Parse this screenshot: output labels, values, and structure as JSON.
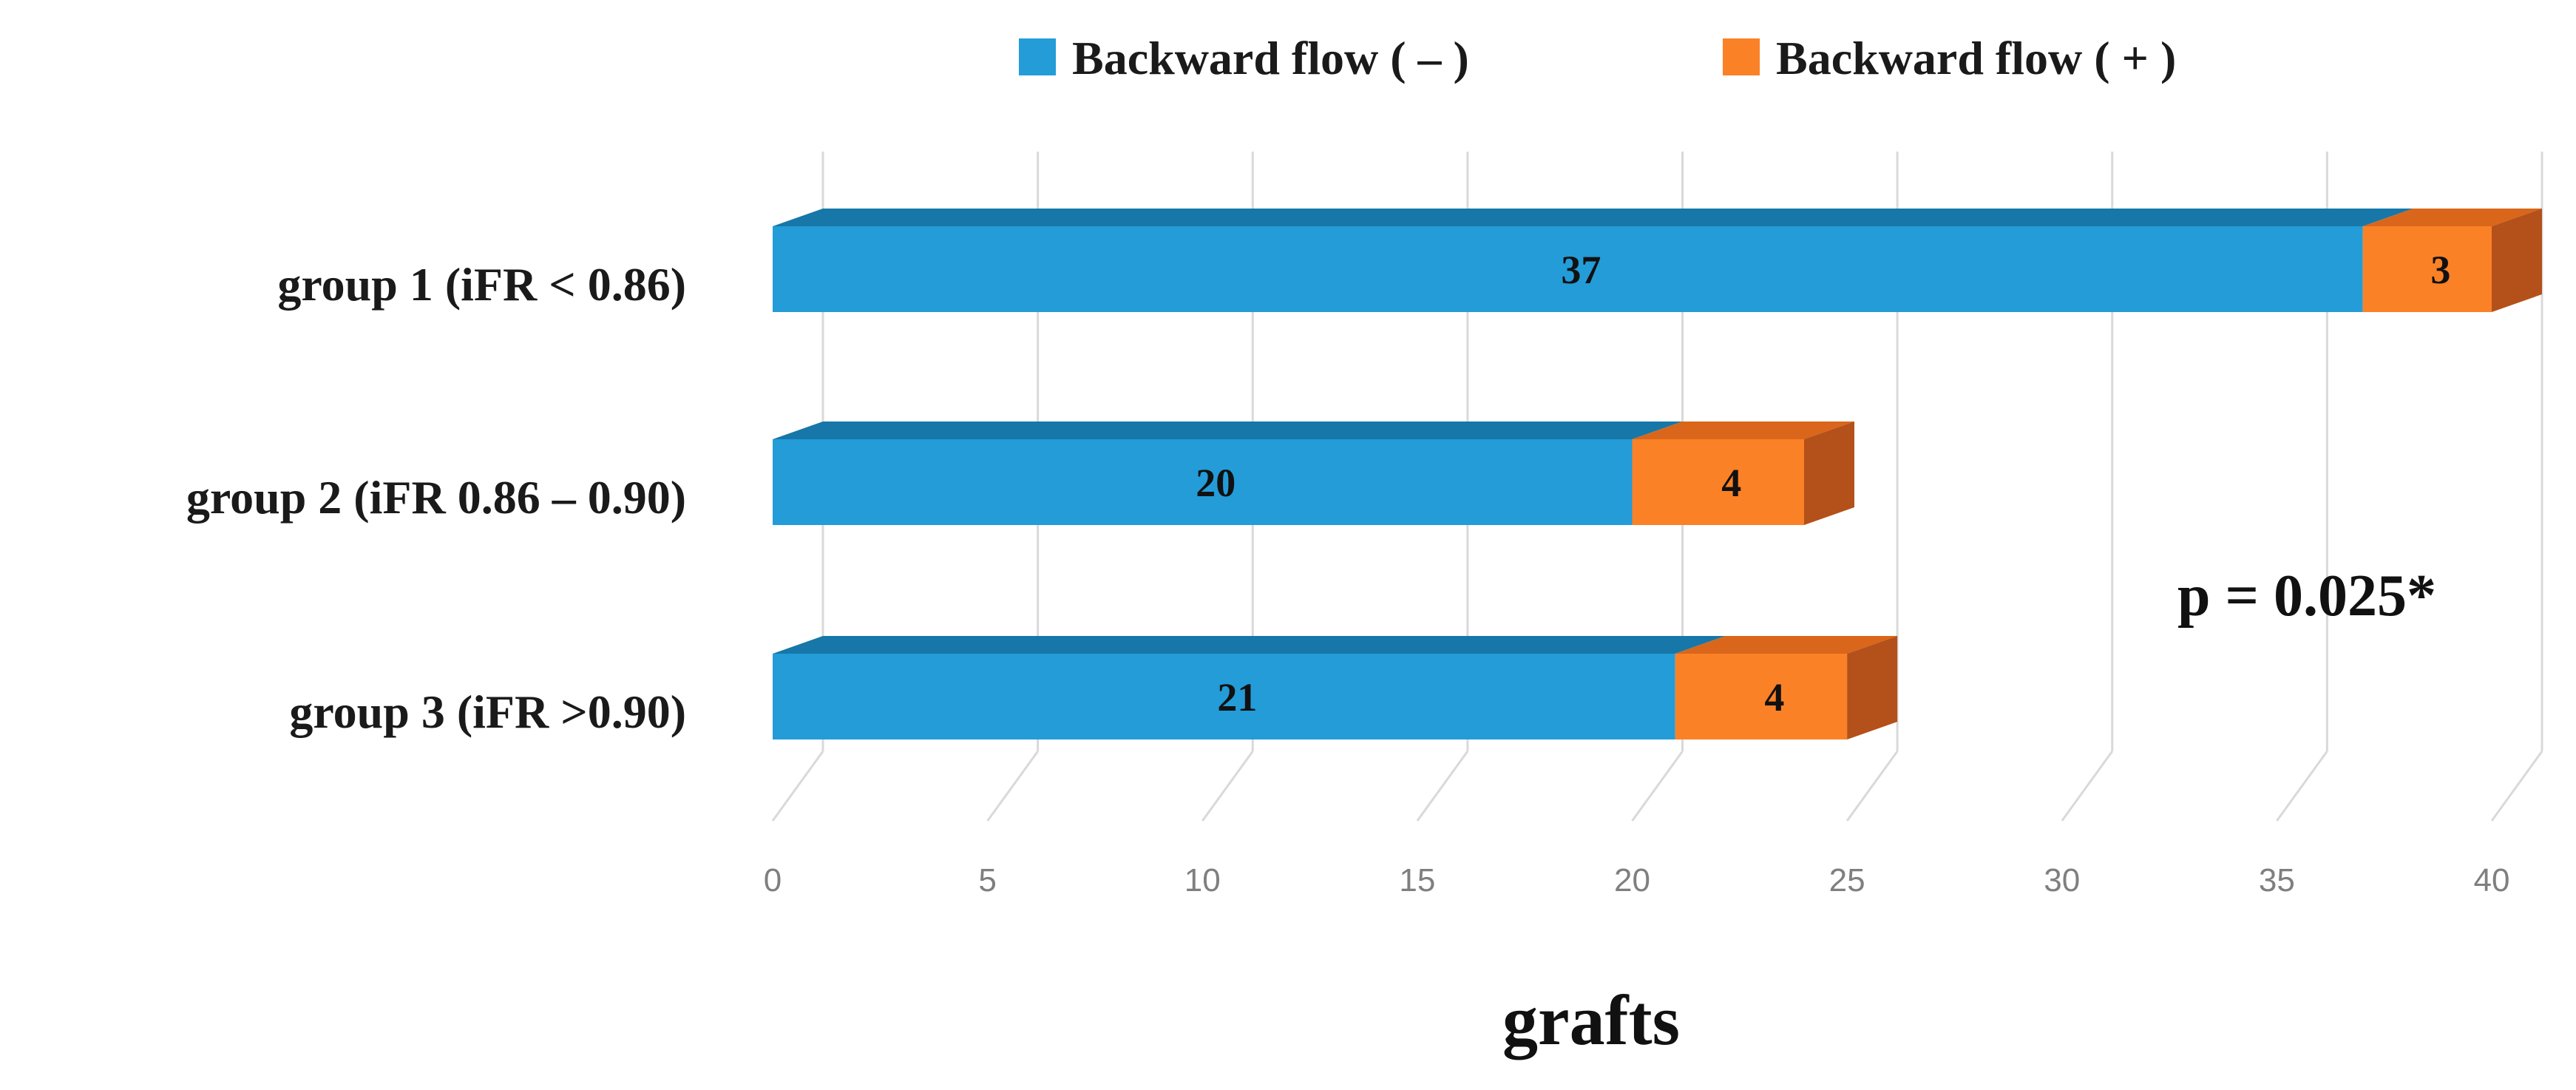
{
  "chart_data": {
    "type": "bar",
    "orientation": "horizontal",
    "stacked": true,
    "style_3d": true,
    "categories": [
      "group 1 (iFR < 0.86)",
      "group 2 (iFR 0.86 – 0.90)",
      "group 3 (iFR >0.90)"
    ],
    "series": [
      {
        "name": "Backward flow ( – )",
        "values": [
          37,
          20,
          21
        ],
        "color": "#239cd8",
        "top_color": "#1677a8",
        "side_color": "#15699a"
      },
      {
        "name": "Backward flow ( + )",
        "values": [
          3,
          4,
          4
        ],
        "color": "#fb8127",
        "top_color": "#d9661a",
        "side_color": "#b4501a"
      }
    ],
    "xlabel": "grafts",
    "ylabel": "",
    "xlim": [
      0,
      40
    ],
    "ticks": [
      0,
      5,
      10,
      15,
      20,
      25,
      30,
      35,
      40
    ],
    "grid": true,
    "legend_position": "top-right",
    "annotation": "p = 0.025*",
    "gridline_color": "#d9d9d9",
    "tick_color": "#7f7f7f"
  }
}
